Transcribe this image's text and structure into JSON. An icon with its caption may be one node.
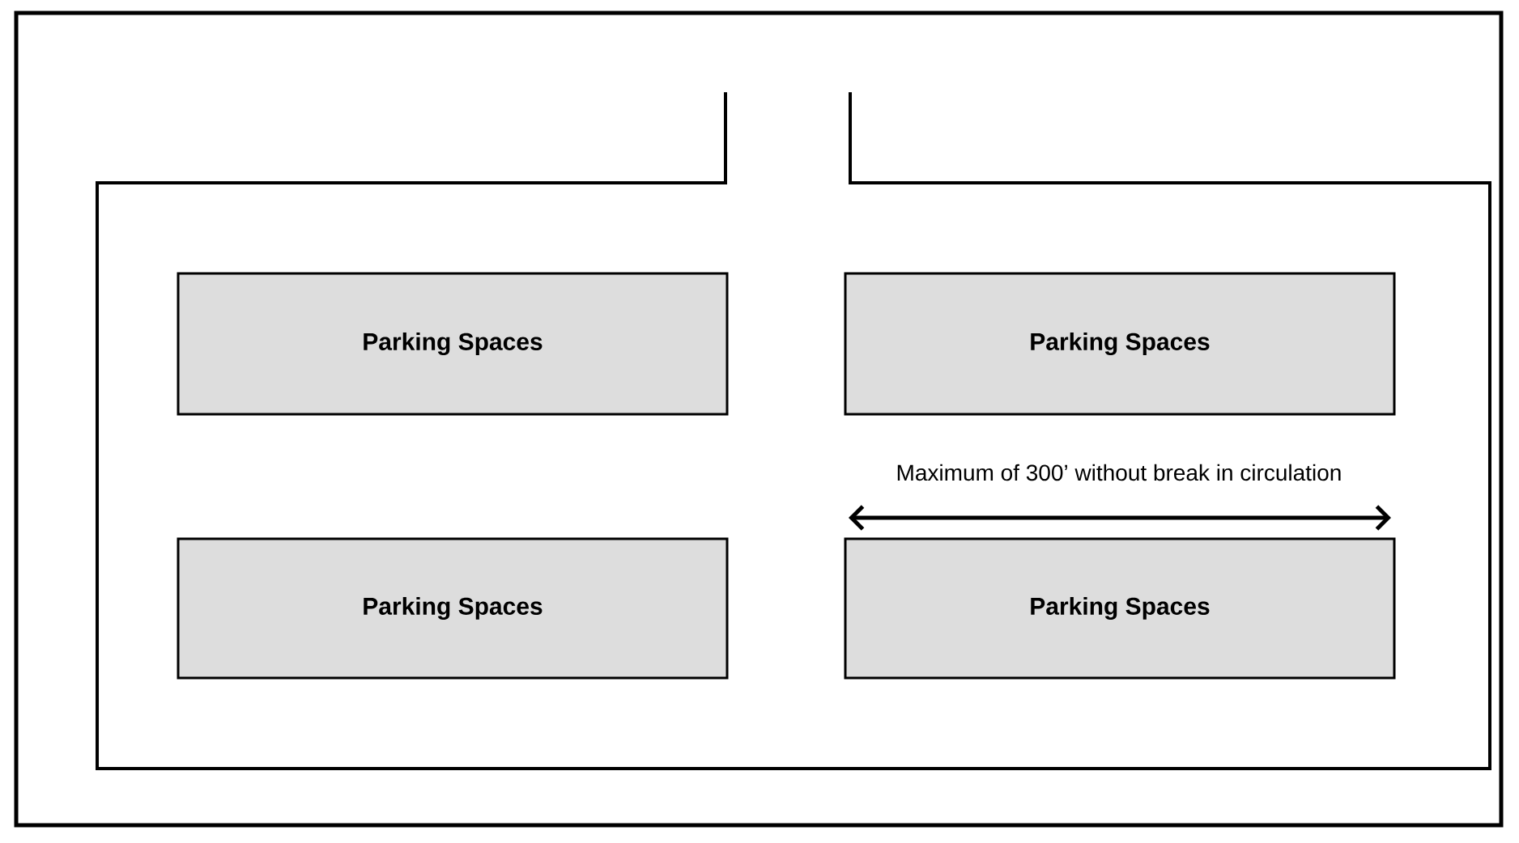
{
  "diagram": {
    "nodes": [
      {
        "text": [
          "Parking Spaces"
        ]
      },
      {
        "text": [
          "Parking Spaces"
        ]
      },
      {
        "text": [
          "Parking Spaces"
        ]
      },
      {
        "text": [
          "Parking Spaces"
        ]
      }
    ],
    "labels": [
      "Maximum of 300’ without break in circulation"
    ]
  }
}
